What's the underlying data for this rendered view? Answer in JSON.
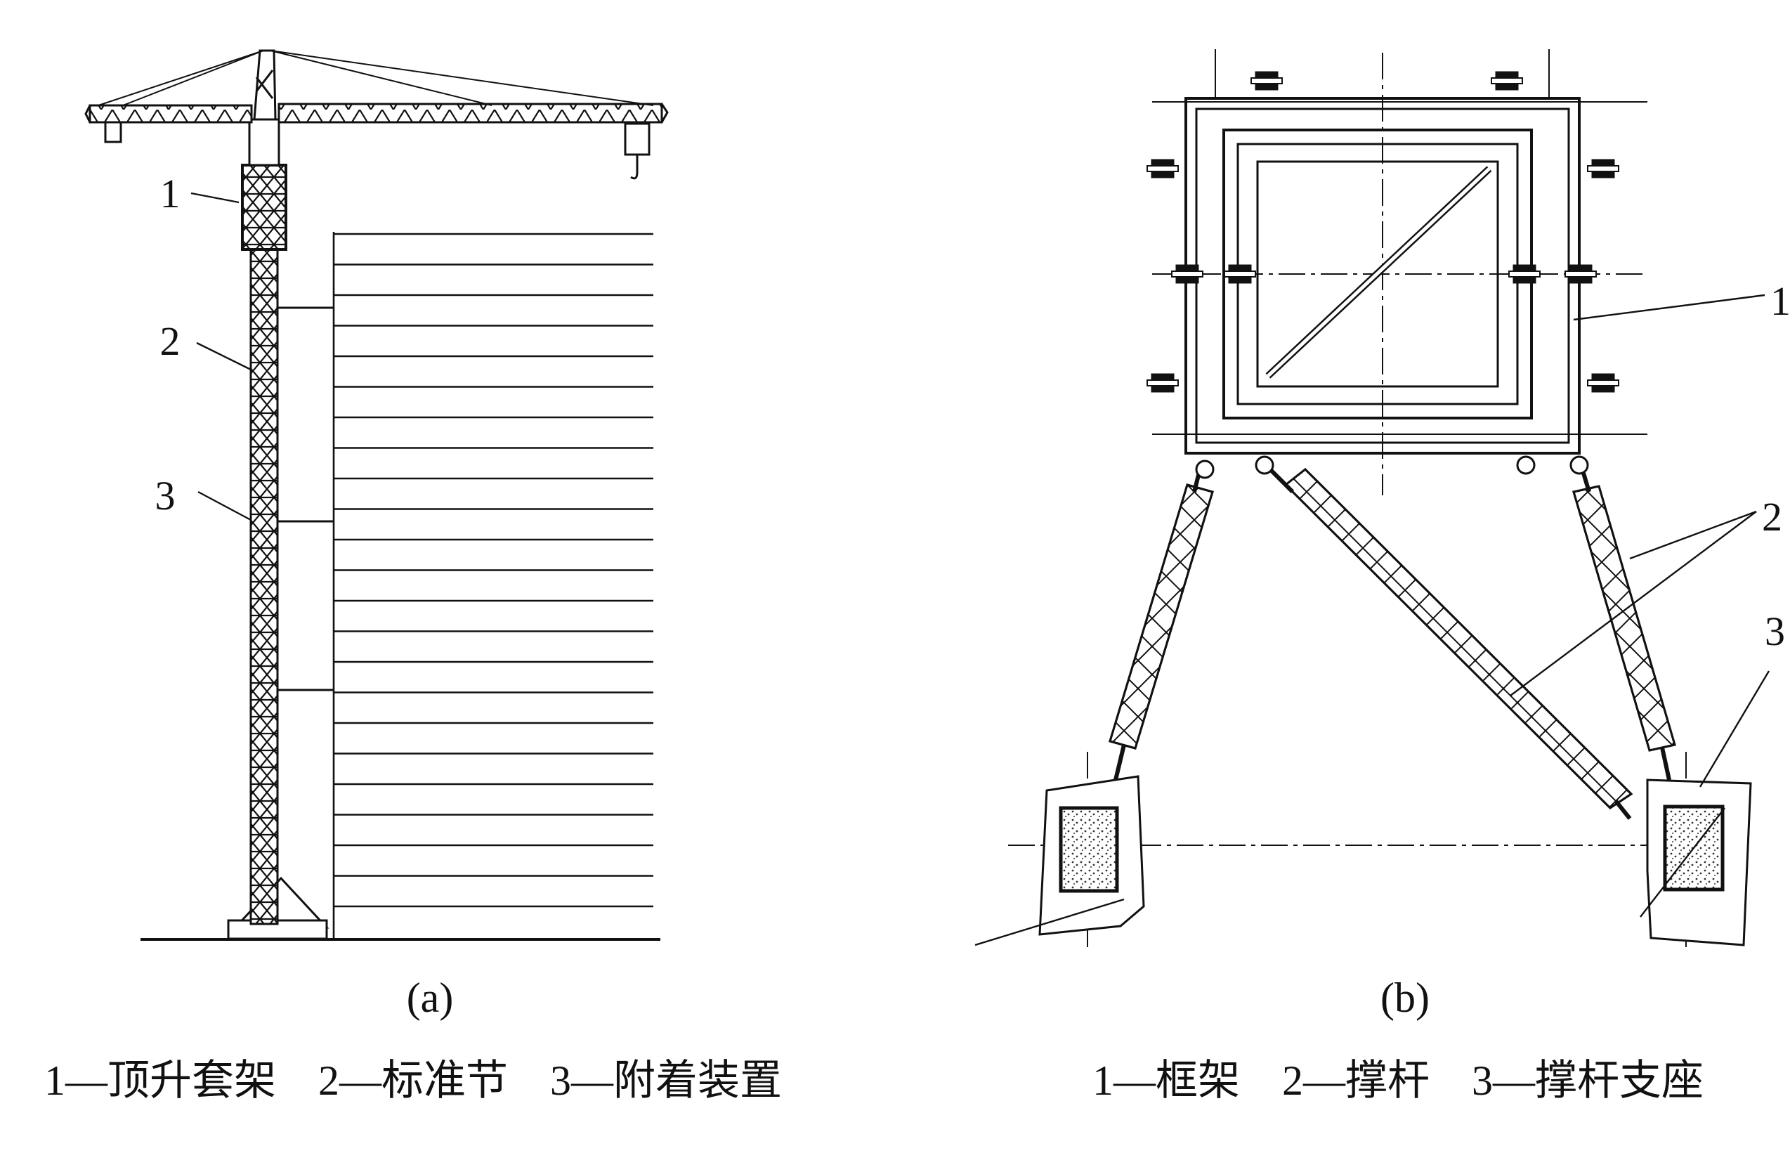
{
  "panel_a": {
    "label": "(a)",
    "callouts": [
      "1",
      "2",
      "3"
    ],
    "legend": "1—顶升套架　2—标准节　3—附着装置"
  },
  "panel_b": {
    "label": "(b)",
    "callouts": [
      "1",
      "2",
      "3"
    ],
    "legend": "1—框架　2—撑杆　3—撑杆支座"
  }
}
